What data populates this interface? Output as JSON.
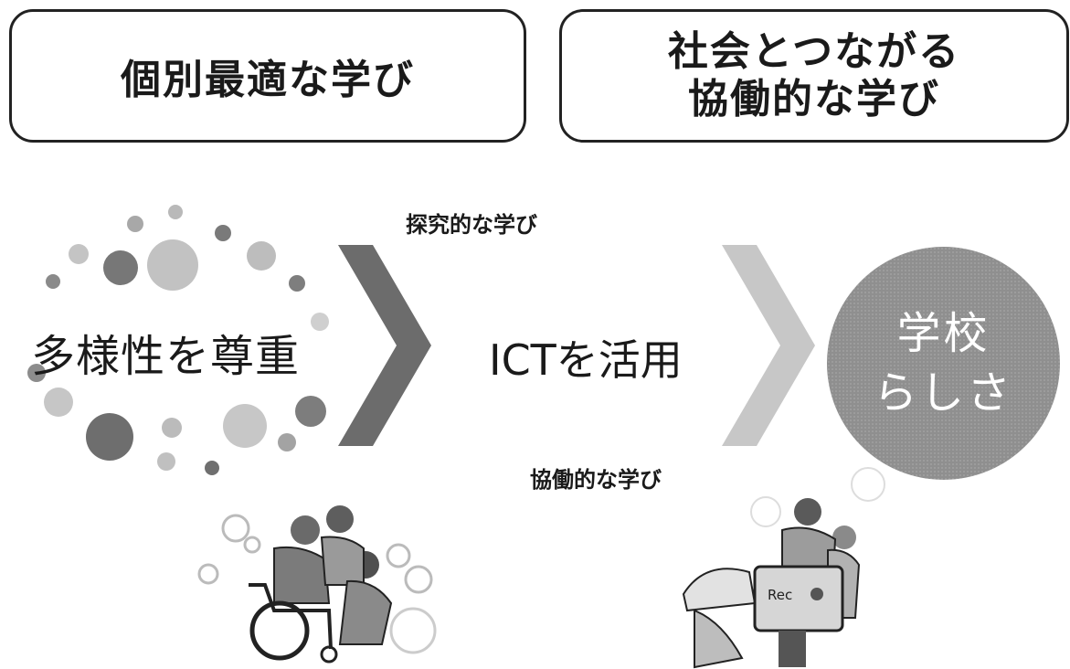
{
  "top_boxes": {
    "left": "個別最適な学び",
    "right_line1": "社会とつながる",
    "right_line2": "協働的な学び"
  },
  "labels": {
    "inquiry": "探究的な学び",
    "collaborative": "協働的な学び"
  },
  "flow": {
    "diversity": "多様性を尊重",
    "ict": "ICTを活用"
  },
  "result": {
    "line1": "学校",
    "line2": "らしさ"
  },
  "illustrations": {
    "rec_label": "Rec"
  },
  "colors": {
    "dark_chevron": "#6c6c6c",
    "light_chevron": "#c7c7c7",
    "circle": "#8f8f8f"
  }
}
